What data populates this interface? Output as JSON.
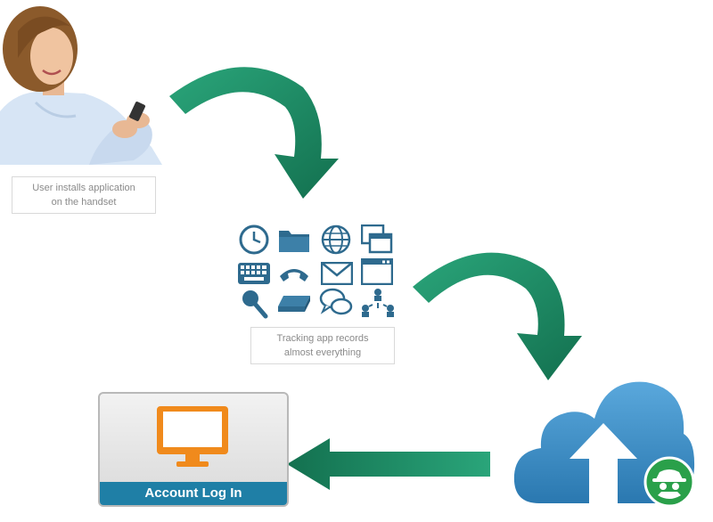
{
  "step1": {
    "caption_line1": "User installs application",
    "caption_line2": "on the handset"
  },
  "step2": {
    "caption_line1": "Tracking app records",
    "caption_line2": "almost everything"
  },
  "step3": {
    "account_label": "Account Log In"
  },
  "colors": {
    "arrow_green": "#1f8f6a",
    "icon_blue": "#2e6a8e",
    "cloud_blue": "#3a8ec8",
    "badge_green": "#2aa04a"
  },
  "icons": [
    "clock-icon",
    "folder-icon",
    "globe-icon",
    "windows-icon",
    "keyboard-icon",
    "phone-icon",
    "mail-icon",
    "browser-window-icon",
    "microphone-icon",
    "drive-icon",
    "chat-icon",
    "network-icon"
  ]
}
